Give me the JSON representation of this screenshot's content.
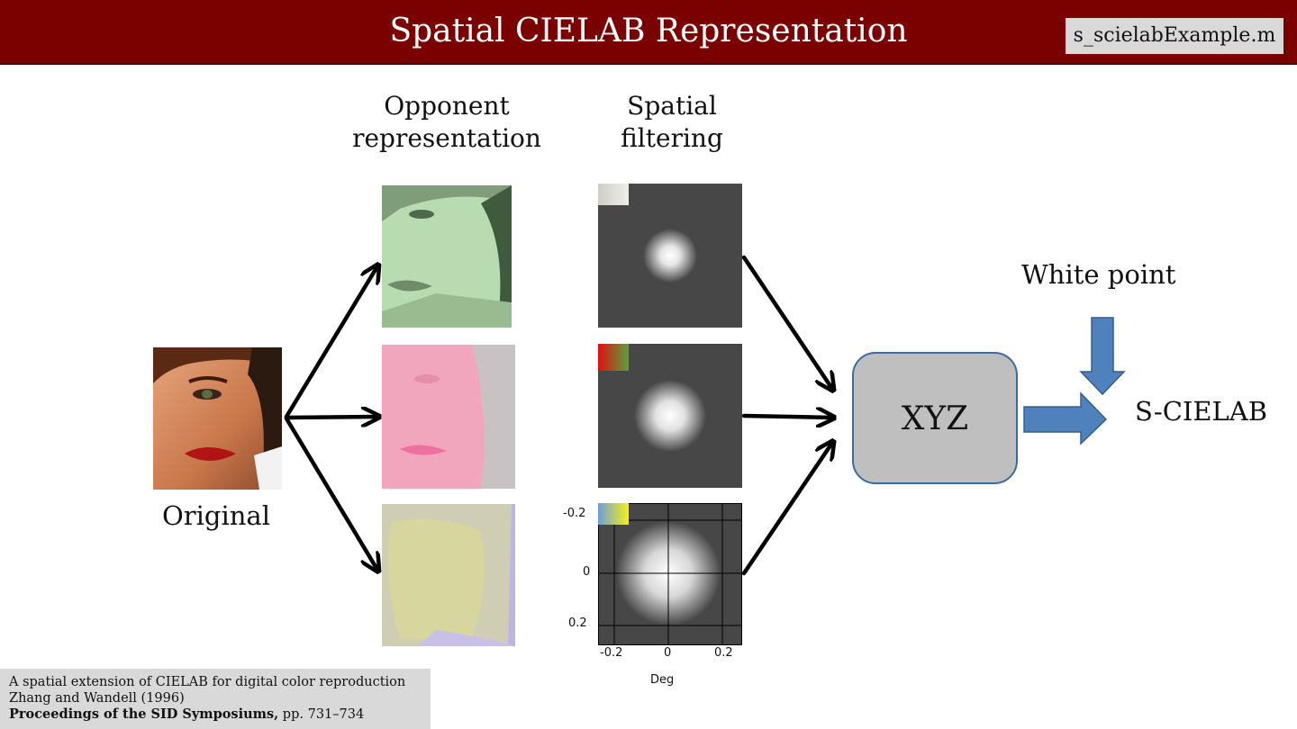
{
  "header": {
    "title": "Spatial CIELAB Representation",
    "script_name": "s_scielabExample.m"
  },
  "columns": {
    "opponent_heading_line1": "Opponent",
    "opponent_heading_line2": "representation",
    "spatial_heading_line1": "Spatial",
    "spatial_heading_line2": "filtering"
  },
  "labels": {
    "original": "Original",
    "white_point": "White point",
    "xyz": "XYZ",
    "output": "S-CIELAB"
  },
  "filter_axes": {
    "y_ticks": [
      "-0.2",
      "0",
      "0.2"
    ],
    "x_ticks": [
      "-0.2",
      "0",
      "0.2"
    ],
    "x_label": "Deg"
  },
  "citation": {
    "title": "A spatial extension of CIELAB for digital color reproduction",
    "authors": "Zhang and Wandell (1996)",
    "venue": "Proceedings of the SID Symposiums,",
    "pages": " pp. 731–734"
  },
  "colors": {
    "title_bar": "#7b0000",
    "arrow_blue": "#4f81bd",
    "xyz_fill": "#bfbfbf",
    "filter_bg": "#474747"
  }
}
